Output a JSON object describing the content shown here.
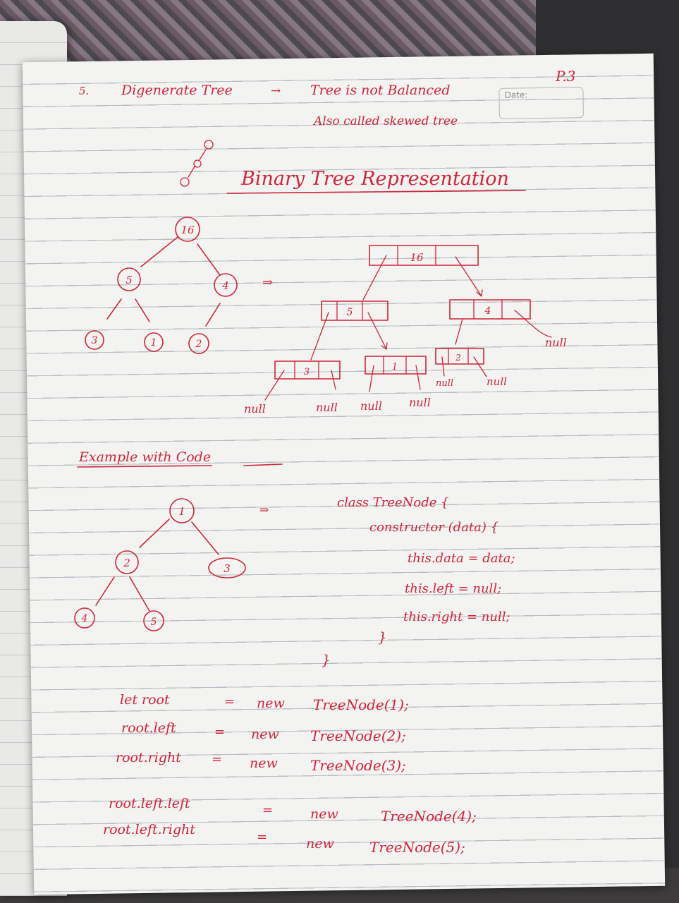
{
  "page_number": "P.3",
  "date_label": "Date:",
  "header": {
    "item_number": "5.",
    "term": "Digenerate Tree",
    "arrow": "→",
    "definition": "Tree is not Balanced",
    "also_called": "Also called skewed tree"
  },
  "section_title": "Binary Tree Representation",
  "tree1": {
    "nodes": [
      "16",
      "5",
      "4",
      "3",
      "1",
      "2"
    ],
    "linked_nodes": [
      "16",
      "5",
      "4",
      "3",
      "1",
      "2"
    ],
    "null_label": "null"
  },
  "example_heading": "Example with Code",
  "tree2": {
    "nodes": [
      "1",
      "2",
      "3",
      "4",
      "5"
    ]
  },
  "class_code": [
    "class TreeNode {",
    "constructor (data) {",
    "this.data = data;",
    "this.left = null;",
    "this.right = null;",
    "}",
    "}"
  ],
  "statements": [
    {
      "lhs": "let root",
      "eq": "=",
      "new": "new",
      "call": "TreeNode(1);"
    },
    {
      "lhs": "root.left",
      "eq": "=",
      "new": "new",
      "call": "TreeNode(2);"
    },
    {
      "lhs": "root.right",
      "eq": "=",
      "new": "new",
      "call": "TreeNode(3);"
    },
    {
      "lhs": "root.left.left",
      "eq": "=",
      "new": "new",
      "call": "TreeNode(4);"
    },
    {
      "lhs": "root.left.right",
      "eq": "=",
      "new": "new",
      "call": "TreeNode(5);"
    }
  ],
  "colors": {
    "ink": "#d0253b",
    "paper": "#f3f3f1",
    "rule": "#b8bec2"
  }
}
